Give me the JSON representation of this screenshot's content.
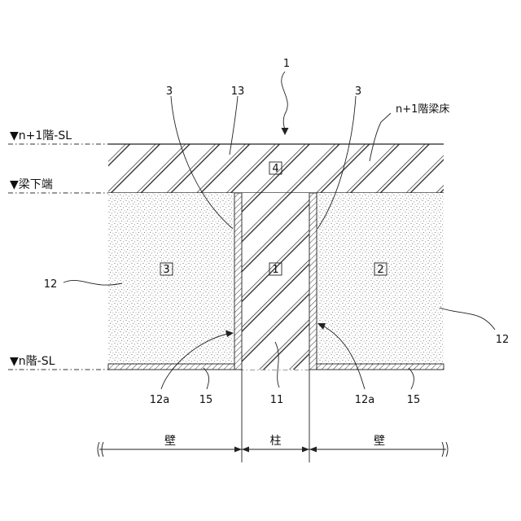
{
  "figure": {
    "ref_main": "1",
    "ref_joint_left": "3",
    "ref_joint_right": "3",
    "ref_slab": "13",
    "ref_wall_left": "12",
    "ref_wall_right": "12",
    "ref_recess_left": "12a",
    "ref_recess_right": "12a",
    "ref_column": "11",
    "ref_base_left": "15",
    "ref_base_right": "15",
    "box_4": "4",
    "box_3": "3",
    "box_1": "1",
    "box_2": "2",
    "level_top": "▼n+1階-SL",
    "level_beam": "▼梁下端",
    "level_bottom": "▼n階-SL",
    "slab_label": "n+1階梁床",
    "dim_wall_left": "壁",
    "dim_column": "柱",
    "dim_wall_right": "壁"
  }
}
